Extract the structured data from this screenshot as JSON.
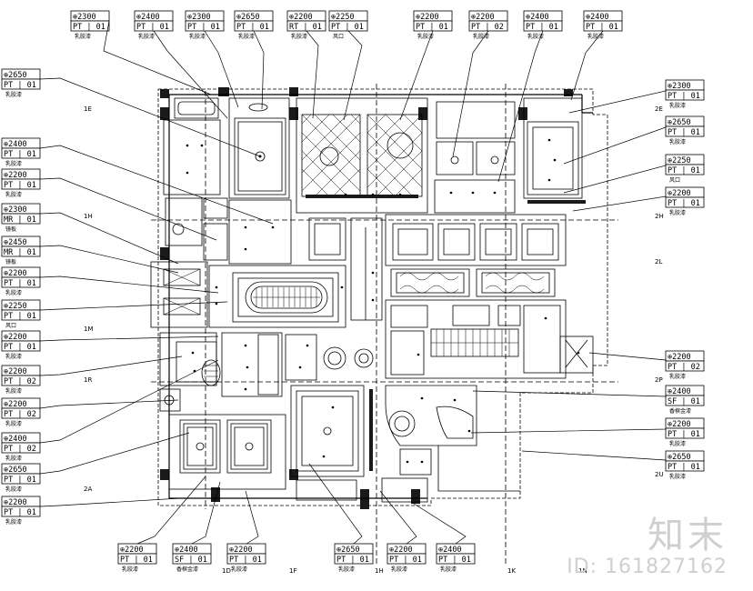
{
  "plan": {
    "title": "",
    "callouts": [
      {
        "h": "⊕2300",
        "c": "PT | 01",
        "n": "乳胶漆"
      },
      {
        "h": "⊕2400",
        "c": "PT | 01",
        "n": "乳胶漆"
      },
      {
        "h": "⊕2300",
        "c": "PT | 01",
        "n": "乳胶漆"
      },
      {
        "h": "⊕2650",
        "c": "PT | 01",
        "n": "乳胶漆"
      },
      {
        "h": "⊕2200",
        "c": "RT | 01",
        "n": "乳胶漆"
      },
      {
        "h": "⊕2250",
        "c": "PT | 01",
        "n": "风口"
      },
      {
        "h": "⊕2200",
        "c": "PT | 01",
        "n": "乳胶漆"
      },
      {
        "h": "⊕2200",
        "c": "PT | 02",
        "n": "乳胶漆"
      },
      {
        "h": "⊕2400",
        "c": "PT | 01",
        "n": "乳胶漆"
      },
      {
        "h": "⊕2400",
        "c": "PT | 01",
        "n": "乳胶漆"
      },
      {
        "h": "⊕2650",
        "c": "PT | 01",
        "n": "乳胶漆"
      },
      {
        "h": "⊕2400",
        "c": "PT | 01",
        "n": "乳胶漆"
      },
      {
        "h": "⊕2200",
        "c": "PT | 01",
        "n": "乳胶漆"
      },
      {
        "h": "⊕2300",
        "c": "MR | 01",
        "n": "镜板"
      },
      {
        "h": "⊕2450",
        "c": "MR | 01",
        "n": "镜板"
      },
      {
        "h": "⊕2200",
        "c": "PT | 01",
        "n": "乳胶漆"
      },
      {
        "h": "⊕2250",
        "c": "PT | 01",
        "n": "风口"
      },
      {
        "h": "⊕2200",
        "c": "PT | 01",
        "n": "乳胶漆"
      },
      {
        "h": "⊕2200",
        "c": "PT | 02",
        "n": "乳胶漆"
      },
      {
        "h": "⊕2200",
        "c": "PT | 02",
        "n": "乳胶漆"
      },
      {
        "h": "⊕2400",
        "c": "PT | 02",
        "n": "乳胶漆"
      },
      {
        "h": "⊕2650",
        "c": "PT | 01",
        "n": "乳胶漆"
      },
      {
        "h": "⊕2200",
        "c": "PT | 01",
        "n": "乳胶漆"
      },
      {
        "h": "⊕2300",
        "c": "PT | 01",
        "n": "乳胶漆"
      },
      {
        "h": "⊕2650",
        "c": "PT | 01",
        "n": "乳胶漆"
      },
      {
        "h": "⊕2250",
        "c": "PT | 01",
        "n": "风口"
      },
      {
        "h": "⊕2200",
        "c": "PT | 01",
        "n": "乳胶漆"
      },
      {
        "h": "⊕2200",
        "c": "PT | 02",
        "n": "乳胶漆"
      },
      {
        "h": "⊕2400",
        "c": "SF | 01",
        "n": "香槟金漆"
      },
      {
        "h": "⊕2200",
        "c": "PT | 01",
        "n": "乳胶漆"
      },
      {
        "h": "⊕2650",
        "c": "PT | 01",
        "n": "乳胶漆"
      },
      {
        "h": "⊕2200",
        "c": "PT | 01",
        "n": "乳胶漆"
      },
      {
        "h": "⊕2400",
        "c": "SF | 01",
        "n": "香槟金漆"
      },
      {
        "h": "⊕2200",
        "c": "PT | 01",
        "n": "乳胶漆"
      },
      {
        "h": "⊕2650",
        "c": "PT | 01",
        "n": "乳胶漆"
      },
      {
        "h": "⊕2200",
        "c": "PT | 01",
        "n": "乳胶漆"
      },
      {
        "h": "⊕2400",
        "c": "PT | 01",
        "n": "乳胶漆"
      }
    ],
    "grid_labels": [
      "1E",
      "1H",
      "1M",
      "1R",
      "2A",
      "2E",
      "2H",
      "2L",
      "2P",
      "2U",
      "1D",
      "1F",
      "1H",
      "1K",
      "1N"
    ]
  },
  "watermark": {
    "logo": "知末",
    "id": "ID: 161827162"
  }
}
